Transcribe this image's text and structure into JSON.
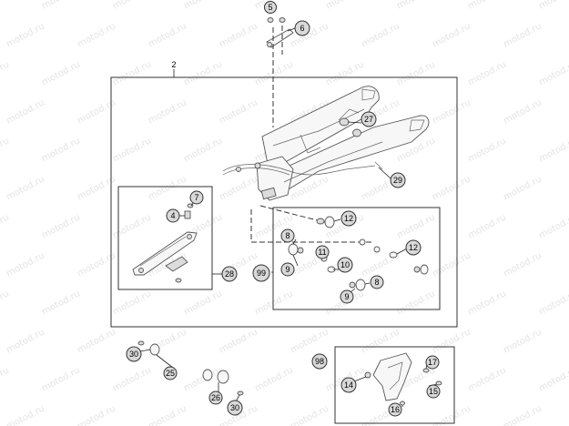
{
  "watermark": "motod.ru",
  "labels": {
    "main_assembly": "2",
    "sub_28": "28",
    "sub_99": "99",
    "sub_98": "98"
  },
  "callouts": {
    "c5": "5",
    "c6": "6",
    "c27": "27",
    "c29": "29",
    "c7": "7",
    "c4": "4",
    "c28": "28",
    "c12a": "12",
    "c8a": "8",
    "c11": "11",
    "c12b": "12",
    "c10": "10",
    "c99": "99",
    "c9a": "9",
    "c8b": "8",
    "c9b": "9",
    "c30a": "30",
    "c25": "25",
    "c26": "26",
    "c30b": "30",
    "c98": "98",
    "c17": "17",
    "c14": "14",
    "c15": "15",
    "c16": "16"
  }
}
